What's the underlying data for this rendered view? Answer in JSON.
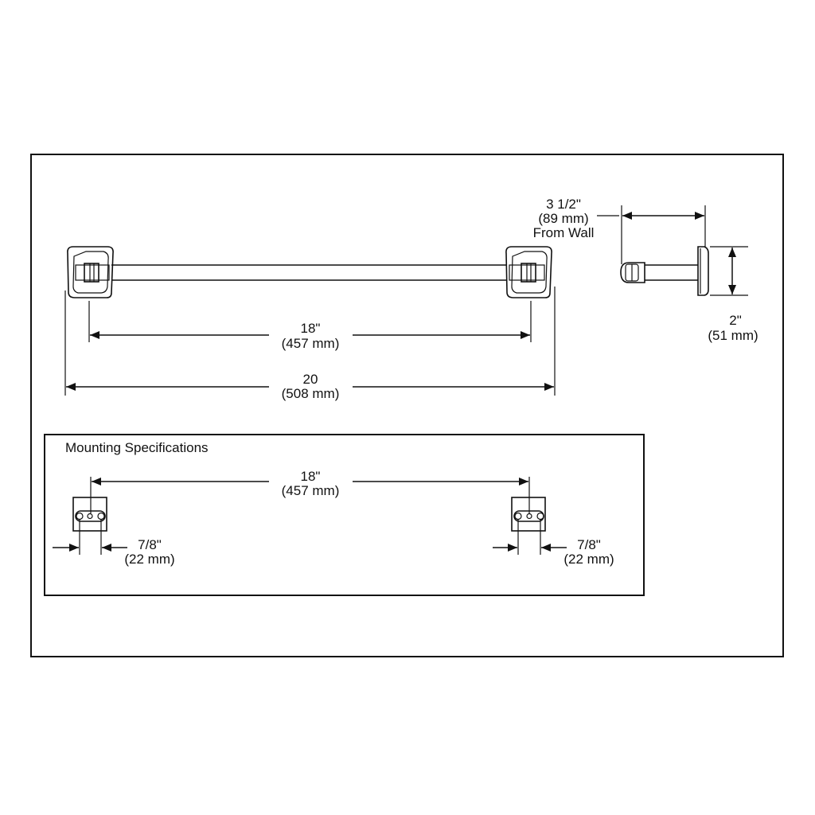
{
  "drawing": {
    "front_view": {
      "inner_span": {
        "value": "18\"",
        "metric": "(457 mm)"
      },
      "overall_span": {
        "value": "20",
        "metric": "(508 mm)"
      }
    },
    "side_view": {
      "projection": {
        "value": "3 1/2\"",
        "metric": "(89 mm)",
        "note": "From Wall"
      },
      "flange_height": {
        "value": "2\"",
        "metric": "(51 mm)"
      }
    },
    "mounting": {
      "title": "Mounting Specifications",
      "post_span": {
        "value": "18\"",
        "metric": "(457 mm)"
      },
      "left_hole_spacing": {
        "value": "7/8\"",
        "metric": "(22 mm)"
      },
      "right_hole_spacing": {
        "value": "7/8\"",
        "metric": "(22 mm)"
      }
    }
  }
}
